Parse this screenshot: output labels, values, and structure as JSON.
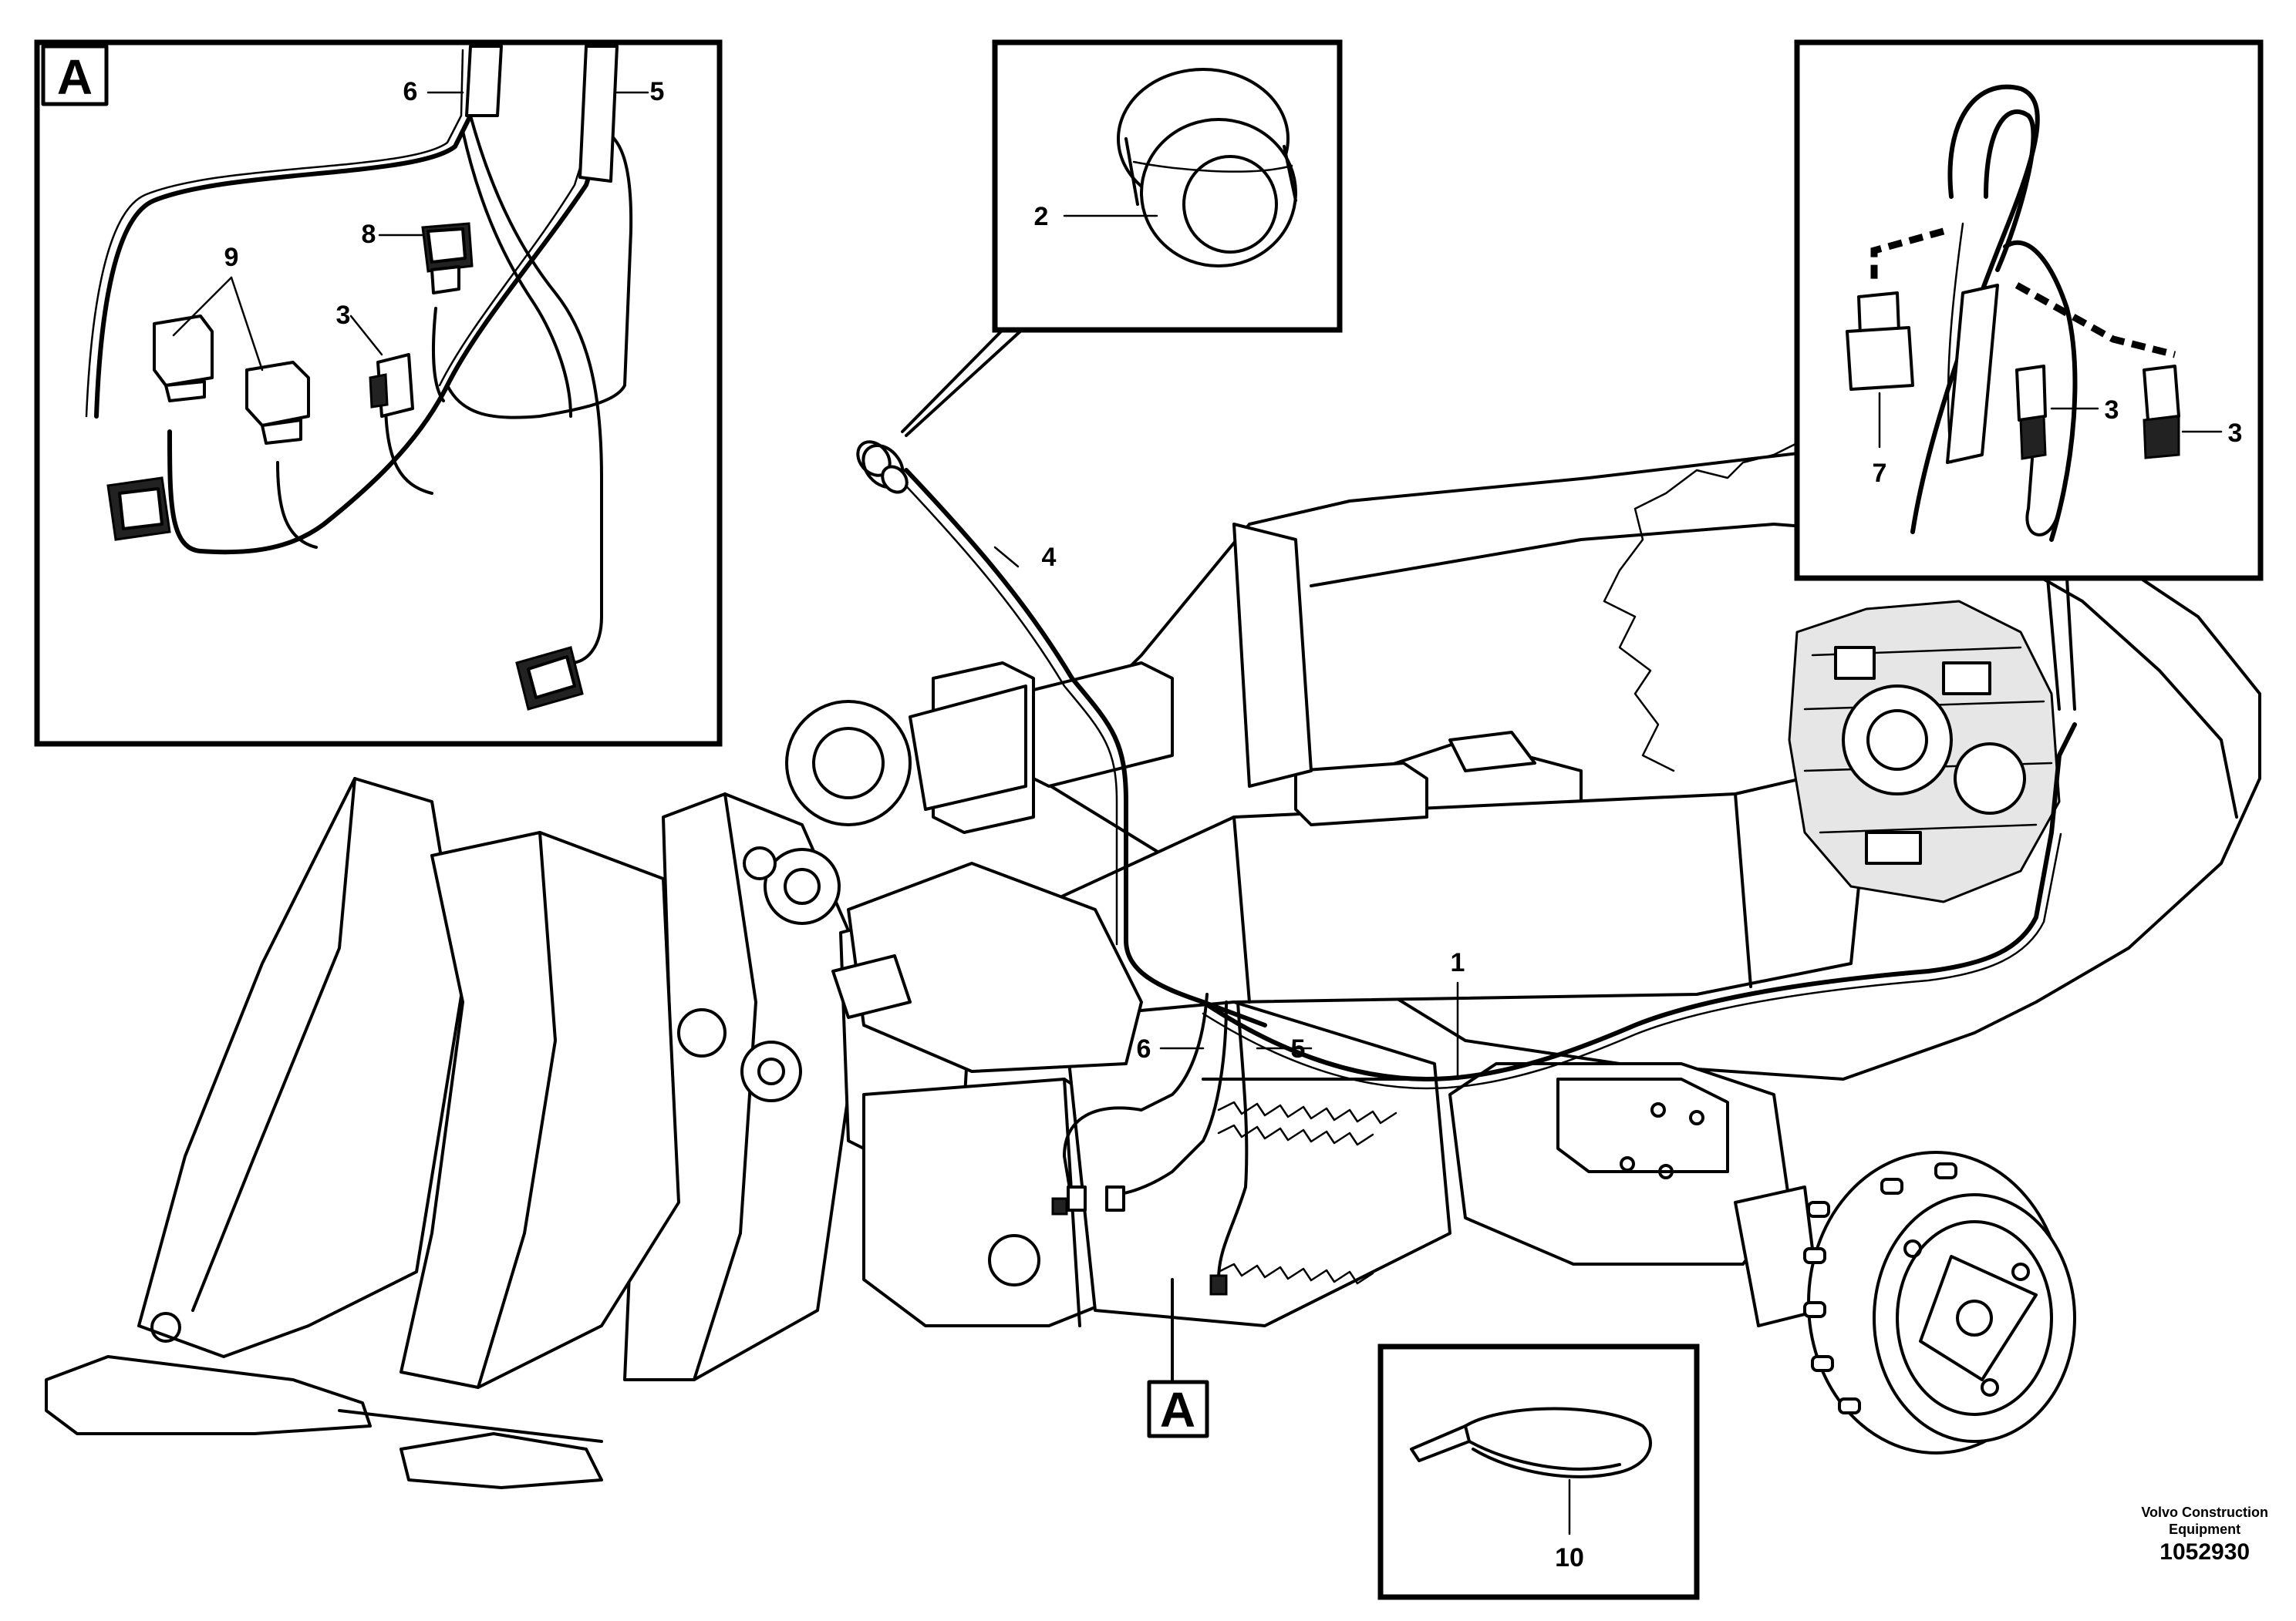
{
  "figure": {
    "title": "",
    "detail_marker": "A",
    "callouts": {
      "cable_harness": "1",
      "plug": "2",
      "connector": "3",
      "cable": "4",
      "cable_5": "5",
      "cable_6": "6",
      "sensor": "7",
      "connector_8": "8",
      "relay": "9",
      "cable_tie": "10"
    }
  },
  "footer": {
    "brand_line1": "Volvo Construction",
    "brand_line2": "Equipment",
    "doc_number": "1052930"
  }
}
